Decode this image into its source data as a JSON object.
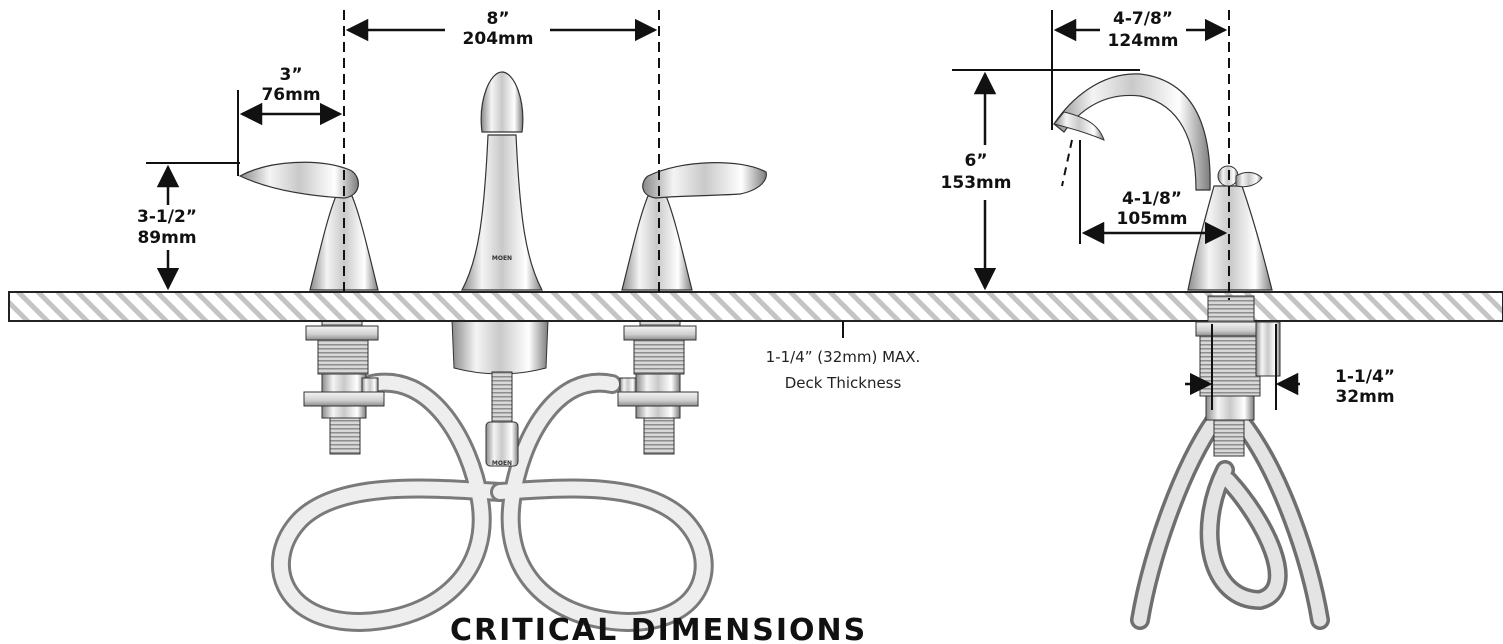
{
  "dimensions": {
    "center_spacing": {
      "in": "8”",
      "mm": "204mm"
    },
    "handle_reach": {
      "in": "3”",
      "mm": "76mm"
    },
    "handle_height": {
      "in": "3-1/2”",
      "mm": "89mm"
    },
    "spout_reach": {
      "in": "4-7/8”",
      "mm": "124mm"
    },
    "spout_height": {
      "in": "6”",
      "mm": "153mm"
    },
    "spout_clearance": {
      "in": "4-1/8”",
      "mm": "105mm"
    },
    "shank_width": {
      "in": "1-1/4”",
      "mm": "32mm"
    }
  },
  "deck_note": {
    "line1": "1-1/4” (32mm) MAX.",
    "line2": "Deck Thickness"
  },
  "brand_mark": "MOEN",
  "title": "CRITICAL DIMENSIONS"
}
